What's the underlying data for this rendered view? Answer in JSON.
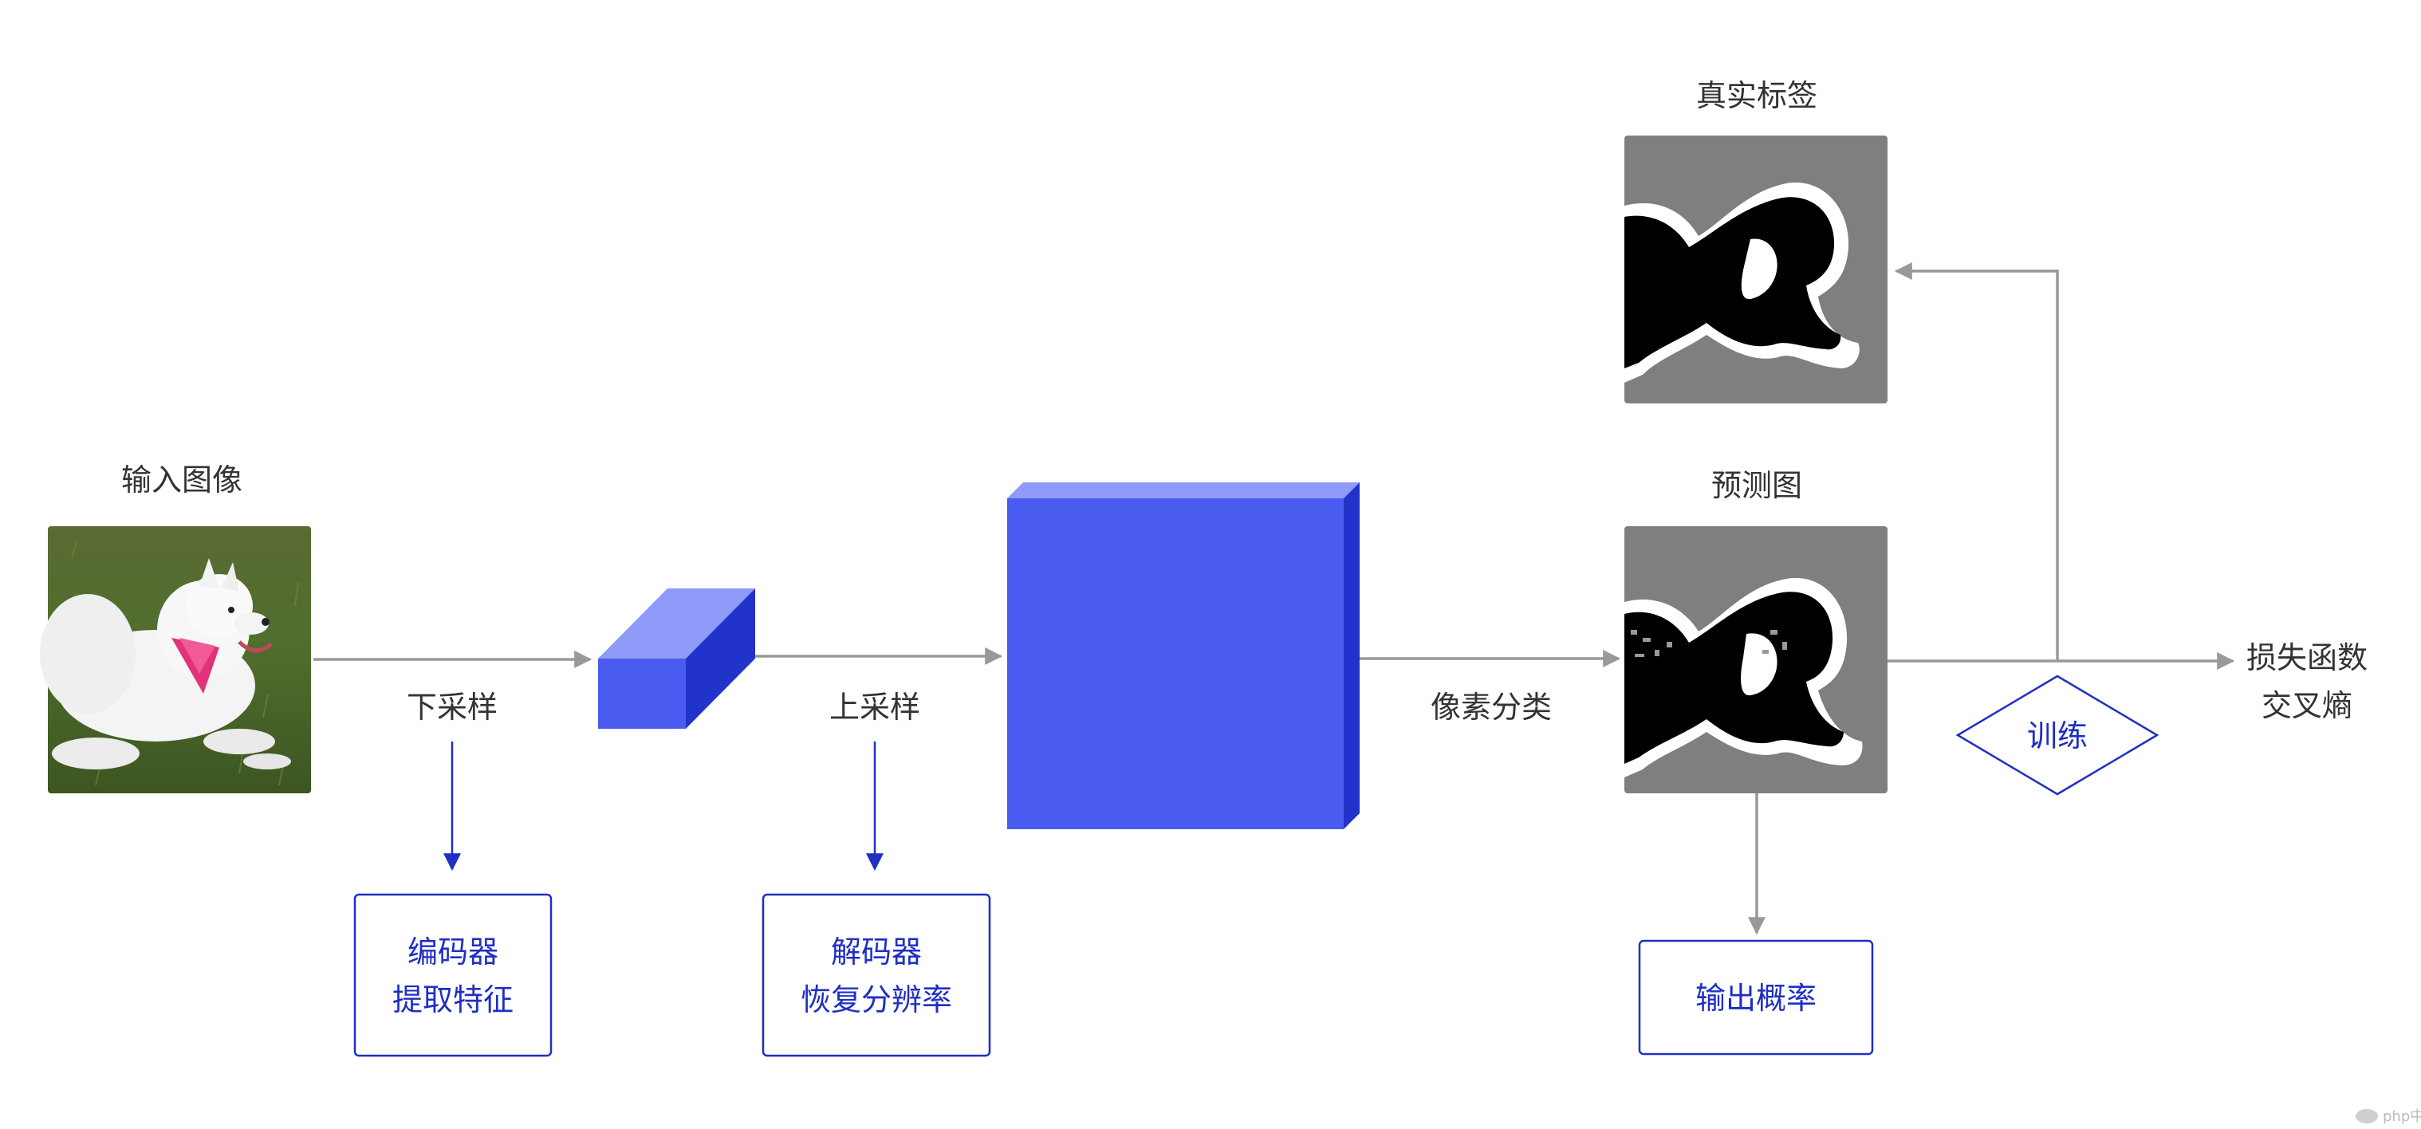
{
  "labels": {
    "input_image": "输入图像",
    "downsample": "下采样",
    "upsample": "上采样",
    "pixel_classify": "像素分类",
    "ground_truth": "真实标签",
    "prediction": "预测图",
    "loss_line1": "损失函数",
    "loss_line2": "交叉熵",
    "train": "训练",
    "encoder_line1": "编码器",
    "encoder_line2": "提取特征",
    "decoder_line1": "解码器",
    "decoder_line2": "恢复分辨率",
    "output_prob": "输出概率"
  },
  "watermark": "php中文网",
  "colors": {
    "accent_blue": "#1f2fc4",
    "block_face": "#4a5bef",
    "block_top": "#8e9bf9",
    "block_side": "#2233cc",
    "arrow_gray": "#999999",
    "mask_gray": "#7f7f7f"
  },
  "icons": {
    "input_photo": "dog-photo",
    "masks": "segmentation-mask"
  }
}
